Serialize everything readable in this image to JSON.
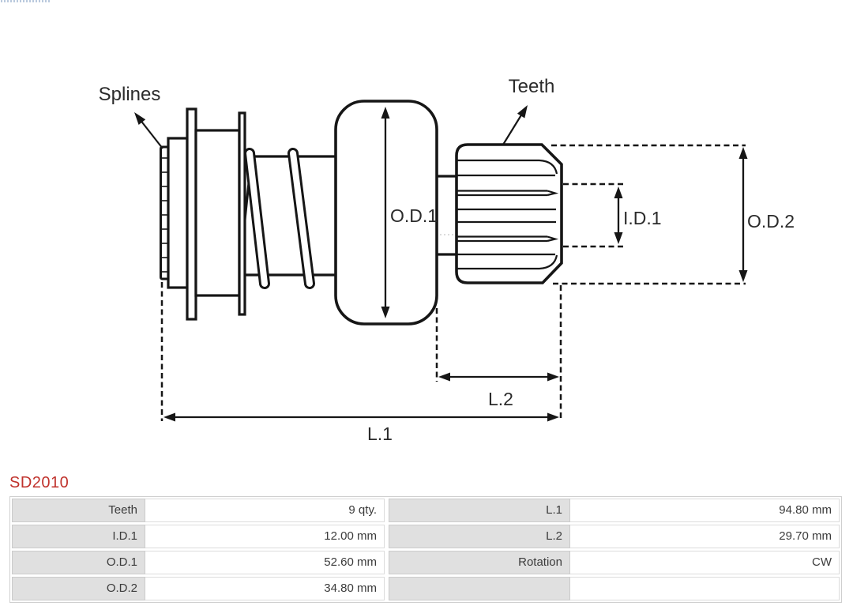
{
  "page": {
    "background": "#ffffff"
  },
  "decoration": {
    "top_strip_color": "#a9bdd6"
  },
  "diagram": {
    "line_color": "#161616",
    "label_color": "#2b2b2b",
    "labels": {
      "splines": "Splines",
      "teeth": "Teeth",
      "od1": "O.D.1",
      "id1": "I.D.1",
      "od2": "O.D.2",
      "l1": "L.1",
      "l2": "L.2"
    }
  },
  "part": {
    "code": "SD2010",
    "code_color": "#c0322c"
  },
  "spec_table": {
    "label_bg": "#e0e0e0",
    "border_color": "#cfcfcf",
    "left_rows": [
      {
        "label": "Teeth",
        "value": "9 qty."
      },
      {
        "label": "I.D.1",
        "value": "12.00 mm"
      },
      {
        "label": "O.D.1",
        "value": "52.60 mm"
      },
      {
        "label": "O.D.2",
        "value": "34.80 mm"
      }
    ],
    "right_rows": [
      {
        "label": "L.1",
        "value": "94.80 mm"
      },
      {
        "label": "L.2",
        "value": "29.70 mm"
      },
      {
        "label": "Rotation",
        "value": "CW"
      },
      {
        "label": "",
        "value": ""
      }
    ]
  }
}
